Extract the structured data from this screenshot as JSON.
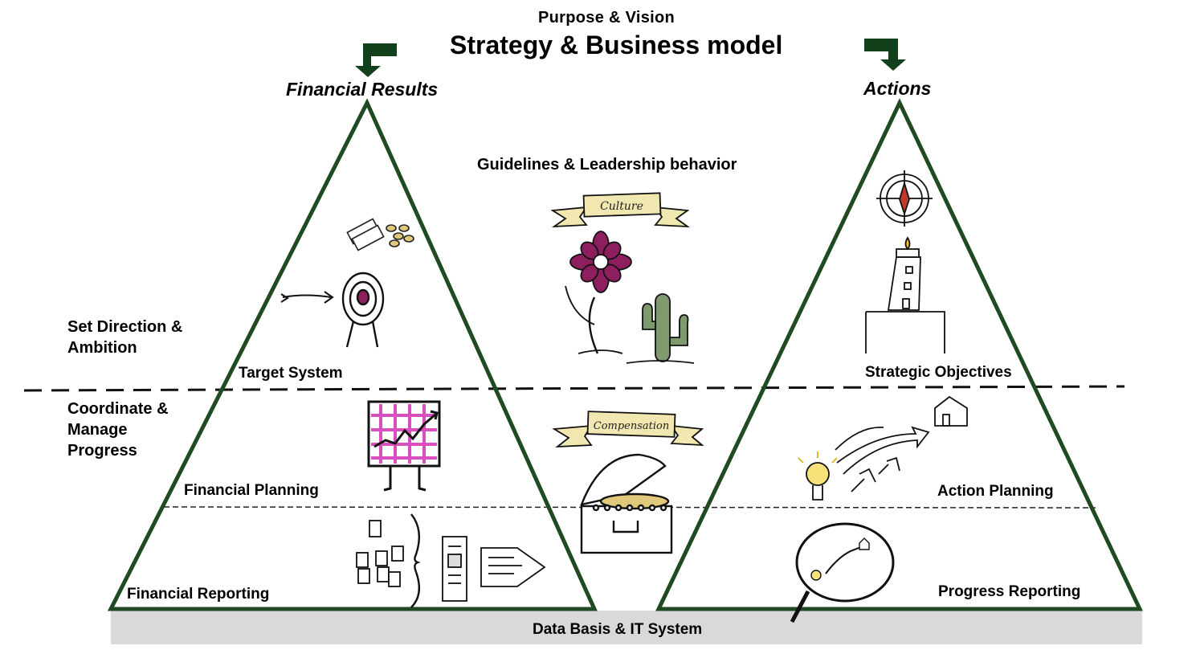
{
  "header": {
    "subtitle": "Purpose & Vision",
    "title": "Strategy & Business model"
  },
  "left_pyramid": {
    "heading": "Financial Results",
    "levels": [
      "Target System",
      "Financial Planning",
      "Financial Reporting"
    ]
  },
  "right_pyramid": {
    "heading": "Actions",
    "levels": [
      "Strategic Objectives",
      "Action Planning",
      "Progress Reporting"
    ]
  },
  "center": {
    "heading": "Guidelines & Leadership behavior",
    "banner_culture": "Culture",
    "banner_compensation": "Compensation"
  },
  "side_labels": {
    "set_direction": "Set Direction & Ambition",
    "coordinate": "Coordinate & Manage Progress"
  },
  "footer": {
    "base": "Data Basis & IT System"
  },
  "colors": {
    "pyramid_stroke": "#1f4a22",
    "arrow_fill": "#12401a",
    "base_fill": "#d9d9d9",
    "flower_petal": "#8e1f5e",
    "chart_grid": "#d94fc0",
    "cactus": "#7f9a6c",
    "banner": "#f1e7b0"
  }
}
